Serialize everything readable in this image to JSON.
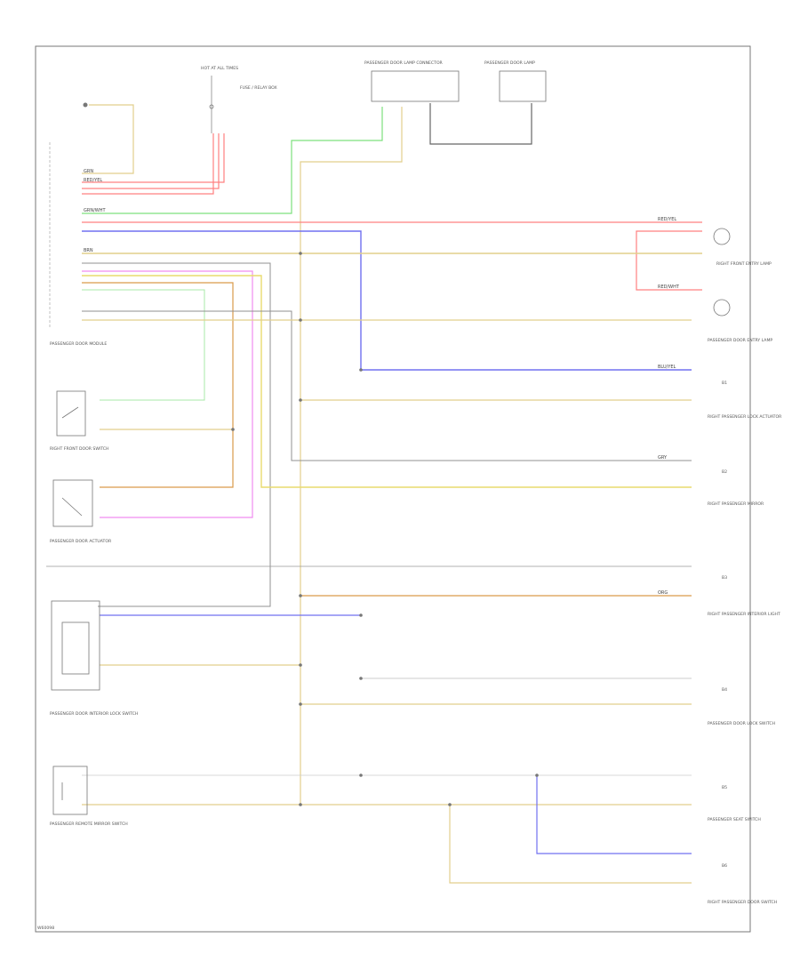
{
  "diagram": {
    "footer_code": "W60098",
    "wire_colors": {
      "red": "#ff8080",
      "green": "#7de07d",
      "blue": "#7070f0",
      "tan": "#e2cf8c",
      "orange": "#d99a4a",
      "magenta": "#f08cf0",
      "gray": "#909090"
    },
    "components": {
      "top_fuse": "HOT AT ALL TIMES",
      "top_fuse_box": "FUSE / RELAY BOX",
      "upper_box_1": "PASSENGER DOOR LAMP CONNECTOR",
      "upper_box_2": "PASSENGER DOOR LAMP",
      "left_module": "PASSENGER DOOR MODULE",
      "front_switch": "RIGHT FRONT DOOR SWITCH",
      "power_door": "PASSENGER DOOR ACTUATOR",
      "lock_switch": "PASSENGER DOOR INTERIOR LOCK SWITCH",
      "mirror": "PASSENGER REMOTE MIRROR SWITCH"
    },
    "right_labels": [
      "RIGHT FRONT ENTRY LAMP",
      "PASSENGER DOOR ENTRY LAMP",
      "RIGHT PASSENGER LOCK ACTUATOR",
      "RIGHT PASSENGER MIRROR",
      "RIGHT PASSENGER INTERIOR LIGHT",
      "PASSENGER DOOR LOCK SWITCH",
      "PASSENGER SEAT SWITCH",
      "RIGHT PASSENGER DOOR SWITCH"
    ],
    "connector_refs": [
      "B1",
      "B2",
      "B3",
      "B4",
      "B5",
      "B6"
    ],
    "wire_labels": {
      "w1": "GRN",
      "w2": "RED/YEL",
      "w3": "RED/YEL",
      "w4": "GRN/WHT",
      "w5": "RED/WHT",
      "w6": "BRN",
      "w7": "BLU/YEL",
      "w8": "GRY",
      "w9": "ORG"
    }
  }
}
